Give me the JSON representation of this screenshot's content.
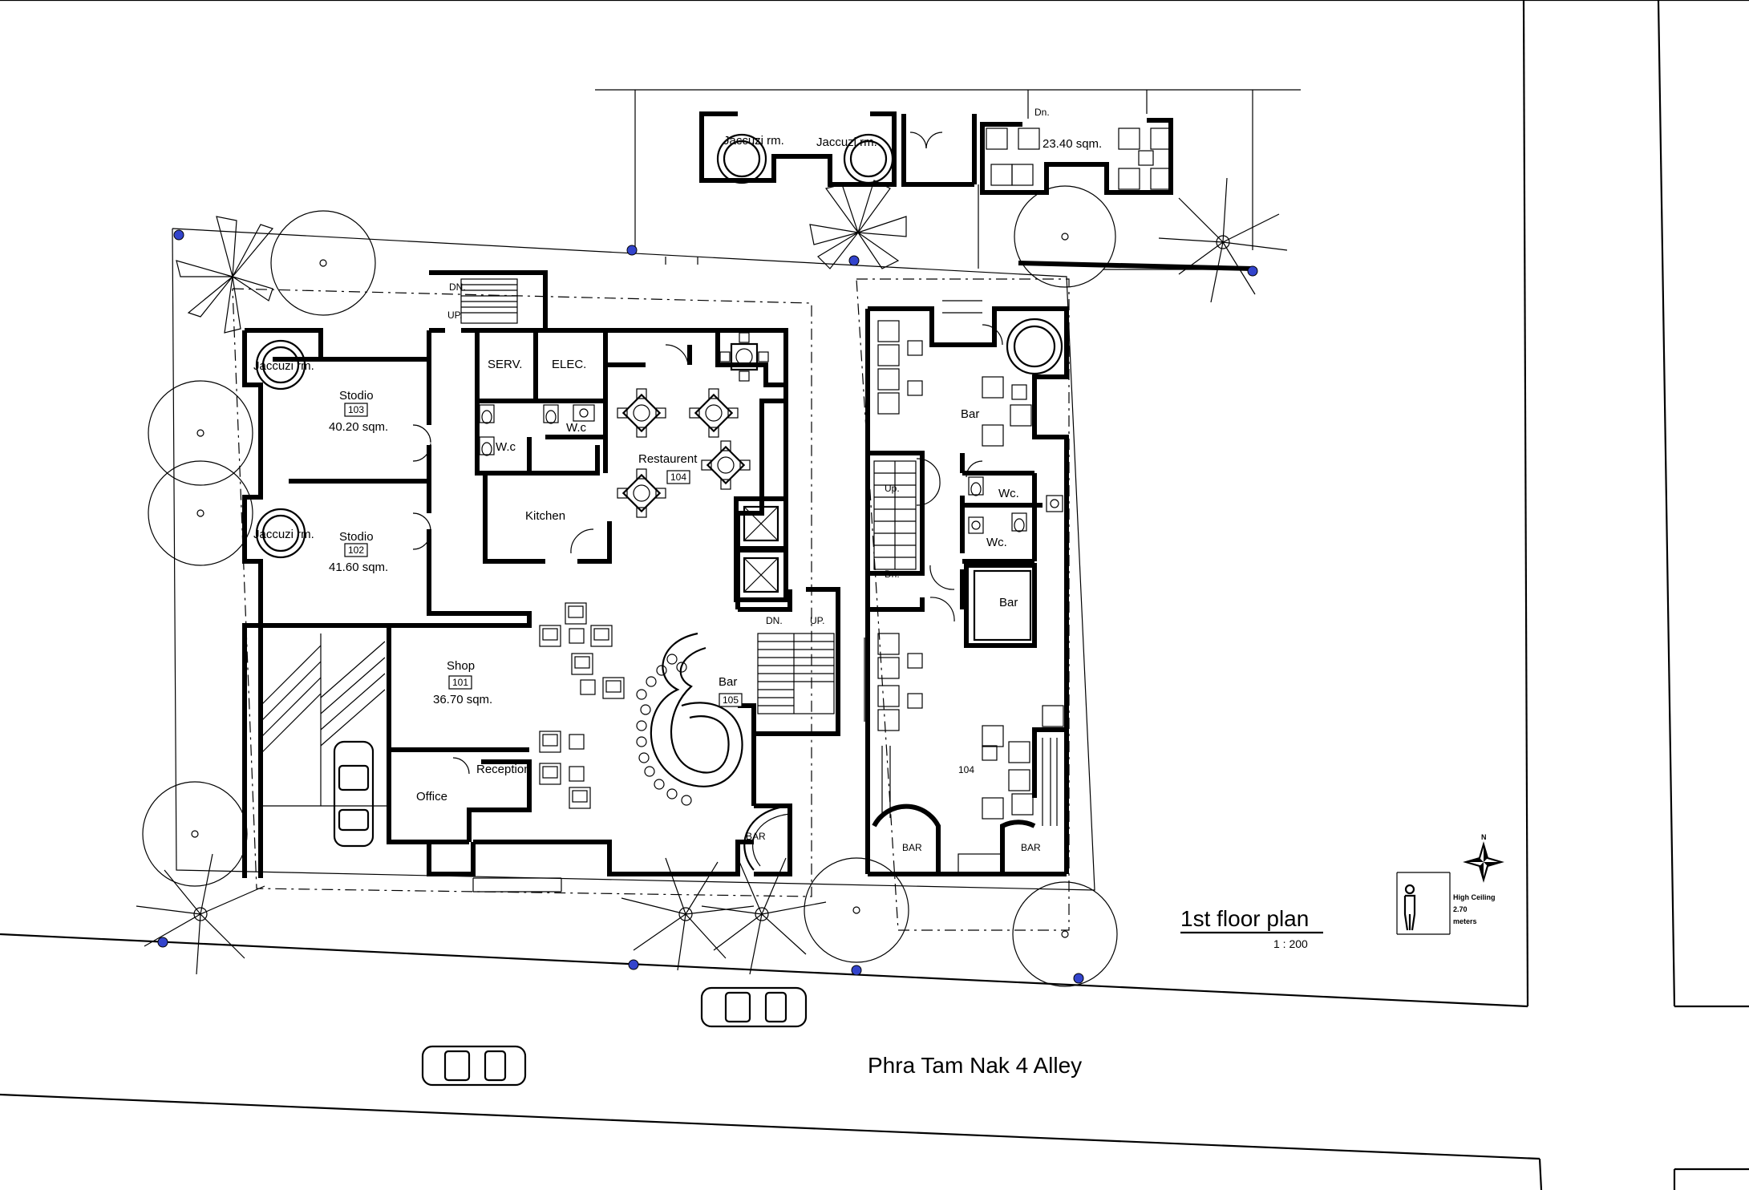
{
  "title": "1st floor plan",
  "scale": "1  :  200",
  "street": "Phra Tam Nak 4 Alley",
  "legend": {
    "ceiling": "High Ceiling",
    "height": "2.70",
    "unit": "meters",
    "north": "N"
  },
  "rooms": {
    "stodio103": {
      "name": "Stodio",
      "num": "103",
      "area": "40.20 sqm."
    },
    "stodio102": {
      "name": "Stodio",
      "num": "102",
      "area": "41.60 sqm."
    },
    "jacuzzi_a": "Jaccuzi rm.",
    "jacuzzi_b": "Jaccuzi rm.",
    "jacuzzi_c": "Jaccuzi rm.",
    "jacuzzi_d": "Jaccuzi rm.",
    "serv": "SERV.",
    "elec": "ELEC.",
    "wc1": "W.c",
    "wc2": "W.c",
    "kitchen": "Kitchen",
    "restaurant": {
      "name": "Restaurent",
      "num": "104"
    },
    "shop": {
      "name": "Shop",
      "num": "101",
      "area": "36.70 sqm."
    },
    "bar105": {
      "name": "Bar",
      "num": "105"
    },
    "reception": "Reception",
    "office": "Office",
    "bar_small": "BAR",
    "area_top": "23.40 sqm.",
    "right_bar_top": "Bar",
    "right_wc1": "Wc.",
    "right_wc2": "Wc.",
    "right_bar_mid": "Bar",
    "right_num": "104",
    "right_bar_l": "BAR",
    "right_bar_r": "BAR"
  },
  "stairs": {
    "dn1": "DN.",
    "up1": "UP.",
    "dn2": "DN.",
    "up2": "UP.",
    "up3": "Up.",
    "dn3": "Dn.",
    "dn4": "Dn."
  }
}
